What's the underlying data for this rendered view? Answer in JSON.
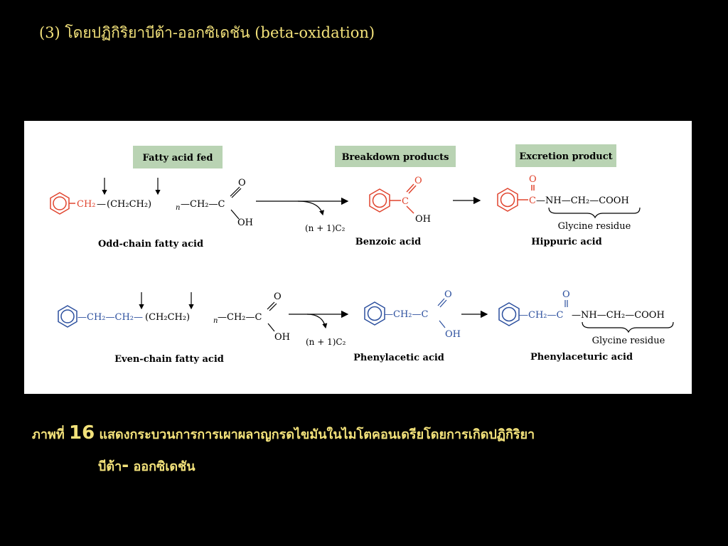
{
  "slide": {
    "title": "(3) โดยปฏิกิริยาบีต้า-ออกซิเดชัน (beta-oxidation)",
    "caption_prefix": "ภาพที่ ",
    "caption_number": "16",
    "caption_text": " แสดงกระบวนการการเผาผลาญกรดไขมันในไมโตคอนเดรียโดยการเกิดปฏิกิริยา",
    "caption_line2_a": "บีต้า",
    "caption_line2_dash": "-",
    "caption_line2_b": " ออกซิเดชัน"
  },
  "figure": {
    "headers": {
      "fed": "Fatty acid fed",
      "breakdown": "Breakdown products",
      "excretion": "Excretion product"
    },
    "odd": {
      "ch2_a": "CH₂",
      "dash1": "—",
      "chain": "(CH₂CH₂)",
      "n": "n",
      "dash2": "—CH₂—C",
      "o": "O",
      "oh": "OH",
      "name": "Odd-chain fatty acid",
      "loss": "(n + 1)C₂",
      "product_c": "C",
      "product_o": "O",
      "product_oh": "OH",
      "product_name": "Benzoic acid",
      "excr_c": "C",
      "excr_o": "O",
      "excr_tail": "—NH—CH₂—COOH",
      "residue": "Glycine residue",
      "excr_name": "Hippuric acid"
    },
    "even": {
      "ch2_a": "—CH₂—CH₂—",
      "chain": "(CH₂CH₂)",
      "n": "n",
      "dash2": "—CH₂—C",
      "o": "O",
      "oh": "OH",
      "name": "Even-chain fatty acid",
      "loss": "(n + 1)C₂",
      "product_ch2c": "—CH₂—C",
      "product_o": "O",
      "product_oh": "OH",
      "product_name": "Phenylacetic acid",
      "excr_ch2c": "—CH₂—C",
      "excr_o": "O",
      "excr_tail": "—NH—CH₂—COOH",
      "residue": "Glycine residue",
      "excr_name": "Phenylaceturic acid"
    }
  },
  "colors": {
    "title_text": "#f2e17a",
    "odd_red": "#e0442e",
    "even_blue": "#2b4f9e",
    "header_bg": "#b9d3b3"
  }
}
